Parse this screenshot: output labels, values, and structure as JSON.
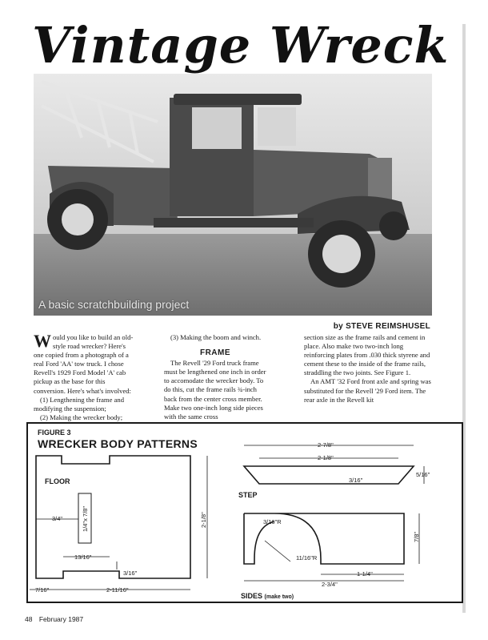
{
  "article": {
    "title": "Vintage Wrecker",
    "photo_caption": "A basic scratchbuilding project",
    "byline": "by STEVE REIMSHUSEL"
  },
  "text": {
    "col1": {
      "dropcap": "W",
      "intro": "ould you like to build an old-style road wrecker? Here's one copied from a photograph of a real Ford 'AA' tow truck. I chose Revell's 1929 Ford Model 'A' cab pickup as the base for this conversion. Here's what's involved:",
      "item1": "(1) Lengthening the frame and modifying the suspension;",
      "item2": "(2) Making the wrecker body;"
    },
    "col2": {
      "item3": "(3) Making the boom and winch.",
      "heading": "FRAME",
      "para": "The Revell '29 Ford truck frame must be lengthened one inch in order to accomodate the wrecker body. To do this, cut the frame rails ¾-inch back from the center cross member. Make two one-inch long side pieces with the same cross"
    },
    "col3": {
      "para1": "section size as the frame rails and cement in place. Also make two two-inch long reinforcing plates from .030 thick styrene and cement these to the inside of the frame rails, straddling the two joints. See Figure 1.",
      "para2": "An AMT '32 Ford front axle and spring was substituted for the Revell '29 Ford item. The rear axle in the Revell kit"
    }
  },
  "figure": {
    "label": "FIGURE 3",
    "title": "WRECKER BODY PATTERNS",
    "floor": {
      "label": "FLOOR",
      "dim_3_4": "3/4\"",
      "dim_part": "1/4\"x 7/8\"",
      "dim_13_16": "13/16\"",
      "dim_3_16": "3/16\"",
      "dim_7_16": "7/16\"",
      "dim_2_11_16": "2-11/16\"",
      "dim_2_1_8": "2-1/8\""
    },
    "step": {
      "label": "STEP",
      "dim_2_7_8": "2-7/8\"",
      "dim_2_1_8": "2-1/8\"",
      "dim_3_16": "3/16\"",
      "dim_5_16": "5/16\""
    },
    "sides": {
      "label": "SIDES",
      "note": "(make two)",
      "dim_3_16_r": "3/16\"R",
      "dim_11_16_r": "11/16\"R",
      "dim_1_1_4": "1-1/4\"",
      "dim_2_3_4": "2-3/4\"",
      "dim_7_8": "7/8\""
    }
  },
  "footer": {
    "page": "48",
    "date": "February 1987"
  }
}
